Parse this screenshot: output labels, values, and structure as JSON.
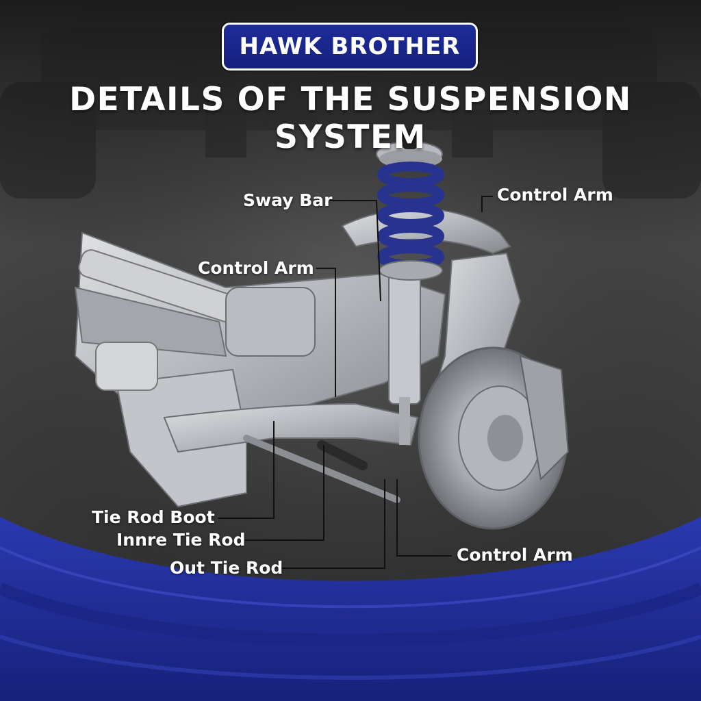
{
  "brand": {
    "name": "HAWK BROTHER"
  },
  "headline": "DETAILS OF THE SUSPENSION SYSTEM",
  "colors": {
    "brand_blue": "#1e2c9a",
    "wave_blue": "#23309c",
    "spring_blue": "#28338f",
    "background": "#2a2a2a",
    "metal": "#b9bcc1"
  },
  "callouts": {
    "sway_bar": "Sway Bar",
    "control_arm_upper": "Control Arm",
    "control_arm_left": "Control Arm",
    "tie_rod_boot": "Tie Rod Boot",
    "inner_tie_rod": "Innre Tie Rod",
    "out_tie_rod": "Out Tie Rod",
    "control_arm_lower": "Control Arm"
  }
}
